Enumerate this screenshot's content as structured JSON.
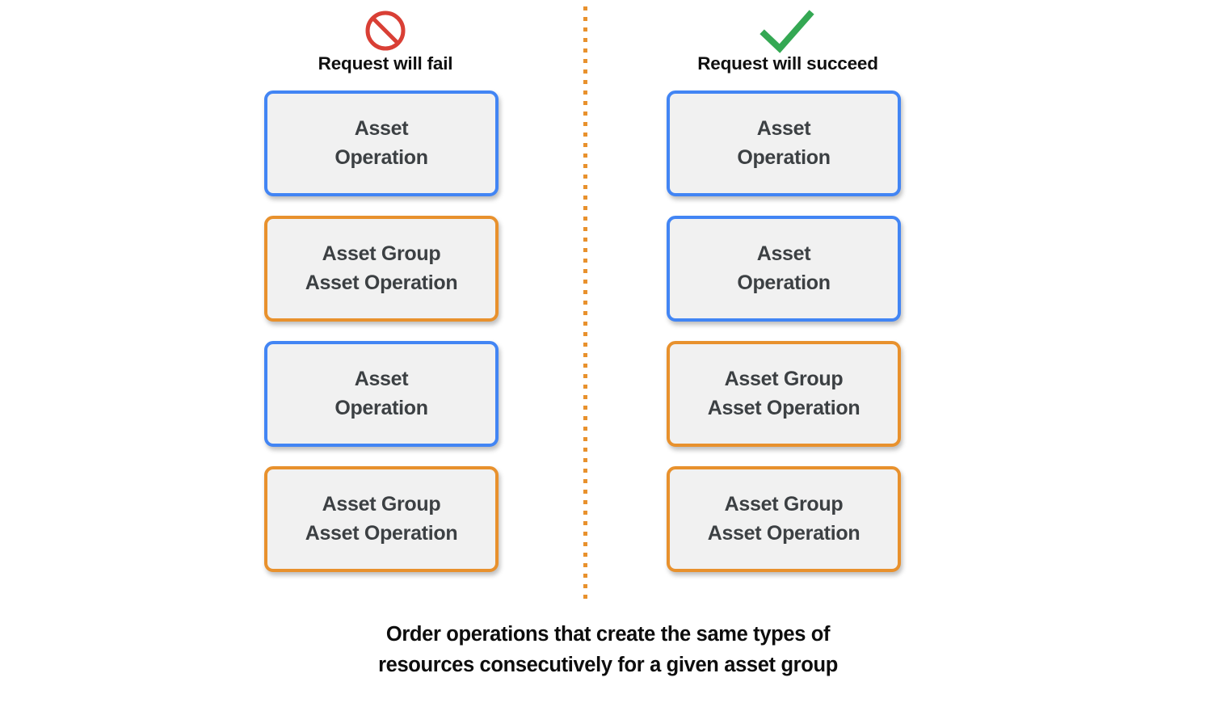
{
  "diagram": {
    "caption": "Order operations that create the same types of\nresources consecutively for a given asset group",
    "divider": {
      "style": "dotted-vertical",
      "color": "#E8912D"
    },
    "colors": {
      "blue_border": "#4285F4",
      "orange_border": "#E8912D",
      "card_fill": "#F1F1F1",
      "card_text": "#3C4043",
      "fail_icon": "#D93F35",
      "succeed_icon": "#34A853",
      "background": "#FFFFFF"
    },
    "columns": [
      {
        "id": "fail",
        "icon": "prohibition-icon",
        "icon_color": "#D93F35",
        "header": "Request will fail",
        "cards": [
          {
            "label": "Asset\nOperation",
            "type": "asset-operation",
            "border": "blue"
          },
          {
            "label": "Asset Group\nAsset Operation",
            "type": "asset-group-operation",
            "border": "orange"
          },
          {
            "label": "Asset\nOperation",
            "type": "asset-operation",
            "border": "blue"
          },
          {
            "label": "Asset Group\nAsset Operation",
            "type": "asset-group-operation",
            "border": "orange"
          }
        ]
      },
      {
        "id": "succeed",
        "icon": "checkmark-icon",
        "icon_color": "#34A853",
        "header": "Request will succeed",
        "cards": [
          {
            "label": "Asset\nOperation",
            "type": "asset-operation",
            "border": "blue"
          },
          {
            "label": "Asset\nOperation",
            "type": "asset-operation",
            "border": "blue"
          },
          {
            "label": "Asset Group\nAsset Operation",
            "type": "asset-group-operation",
            "border": "orange"
          },
          {
            "label": "Asset Group\nAsset Operation",
            "type": "asset-group-operation",
            "border": "orange"
          }
        ]
      }
    ]
  }
}
